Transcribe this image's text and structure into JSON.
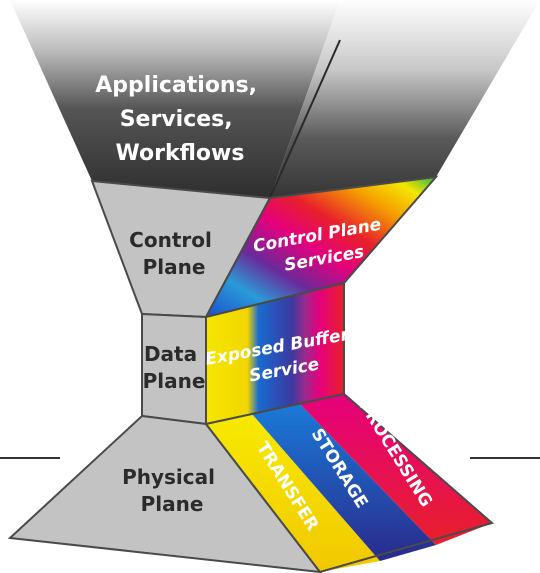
{
  "diagram": {
    "layers": [
      {
        "id": "applications",
        "lines": [
          "Applications,",
          "Services,",
          "Workflows"
        ]
      },
      {
        "id": "control",
        "lines": [
          "Control",
          "Plane"
        ]
      },
      {
        "id": "data",
        "lines": [
          "Data",
          "Plane"
        ]
      },
      {
        "id": "physical",
        "lines": [
          "Physical",
          "Plane"
        ]
      }
    ],
    "services": {
      "control": {
        "lines": [
          "Control Plane",
          "Services"
        ]
      },
      "buffer": {
        "lines": [
          "Exposed Buffer",
          "Service"
        ]
      },
      "physical": [
        {
          "id": "transfer",
          "label": "TRANSFER",
          "color": "#f5e600"
        },
        {
          "id": "storage",
          "label": "STORAGE",
          "color": "#1a6bd0"
        },
        {
          "id": "processing",
          "label": "PROCESSING",
          "color": "#e8202a"
        }
      ]
    },
    "colors": {
      "front_face": "#c3c3c3",
      "edge": "#555555",
      "top_dark": "#3b3b3b",
      "yellow": "#f5e600",
      "blue": "#1a6bd0",
      "purple": "#7b2a8c",
      "red": "#e8202a",
      "magenta": "#e5007d"
    }
  }
}
